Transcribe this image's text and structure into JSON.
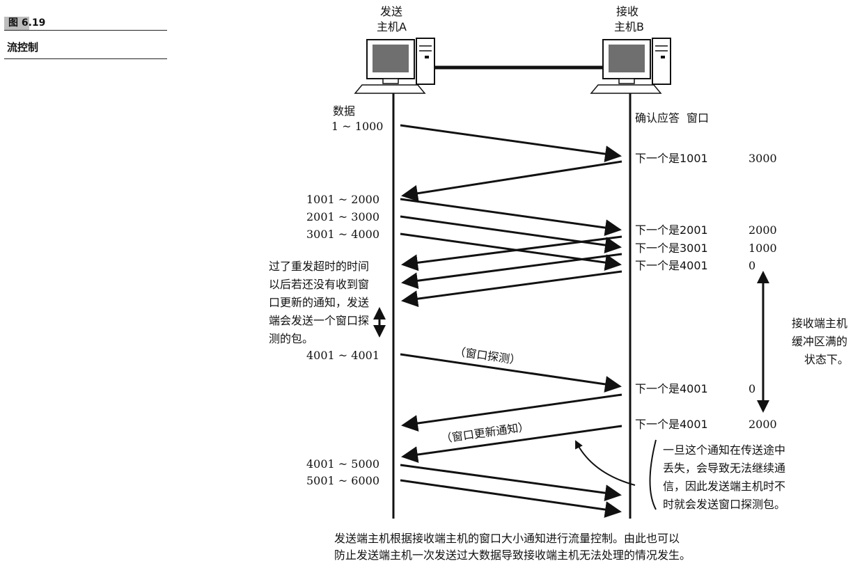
{
  "figure": {
    "number": "图 6.19",
    "caption": "流控制"
  },
  "hosts": {
    "a_line1": "发送",
    "a_line2": "主机A",
    "b_line1": "接收",
    "b_line2": "主机B"
  },
  "columns": {
    "data": "数据",
    "ack": "确认应答",
    "window": "窗口"
  },
  "segments": [
    "1 ~ 1000",
    "1001 ~ 2000",
    "2001 ~ 3000",
    "3001 ~ 4000",
    "4001 ~ 4001",
    "4001 ~ 5000",
    "5001 ~ 6000"
  ],
  "acks": [
    {
      "text": "下一个是1001",
      "window": "3000"
    },
    {
      "text": "下一个是2001",
      "window": "2000"
    },
    {
      "text": "下一个是3001",
      "window": "1000"
    },
    {
      "text": "下一个是4001",
      "window": "0"
    },
    {
      "text": "下一个是4001",
      "window": "0"
    },
    {
      "text": "下一个是4001",
      "window": "2000"
    }
  ],
  "annotations": {
    "probe_label": "（窗口探测）",
    "update_label": "（窗口更新通知）",
    "timeout_note": [
      "过了重发超时的时间",
      "以后若还没有收到窗",
      "口更新的通知，发送",
      "端会发送一个窗口探",
      "测的包。"
    ],
    "buffer_note": [
      "接收端主机",
      "缓冲区满的",
      "状态下。"
    ],
    "loss_note": [
      "一旦这个通知在传送途中",
      "丢失，会导致无法继续通",
      "信，因此发送端主机时不",
      "时就会发送窗口探测包。"
    ]
  },
  "footer": [
    "发送端主机根据接收端主机的窗口大小通知进行流量控制。由此也可以",
    "防止发送端主机一次发送过大数据导致接收端主机无法处理的情况发生。"
  ]
}
